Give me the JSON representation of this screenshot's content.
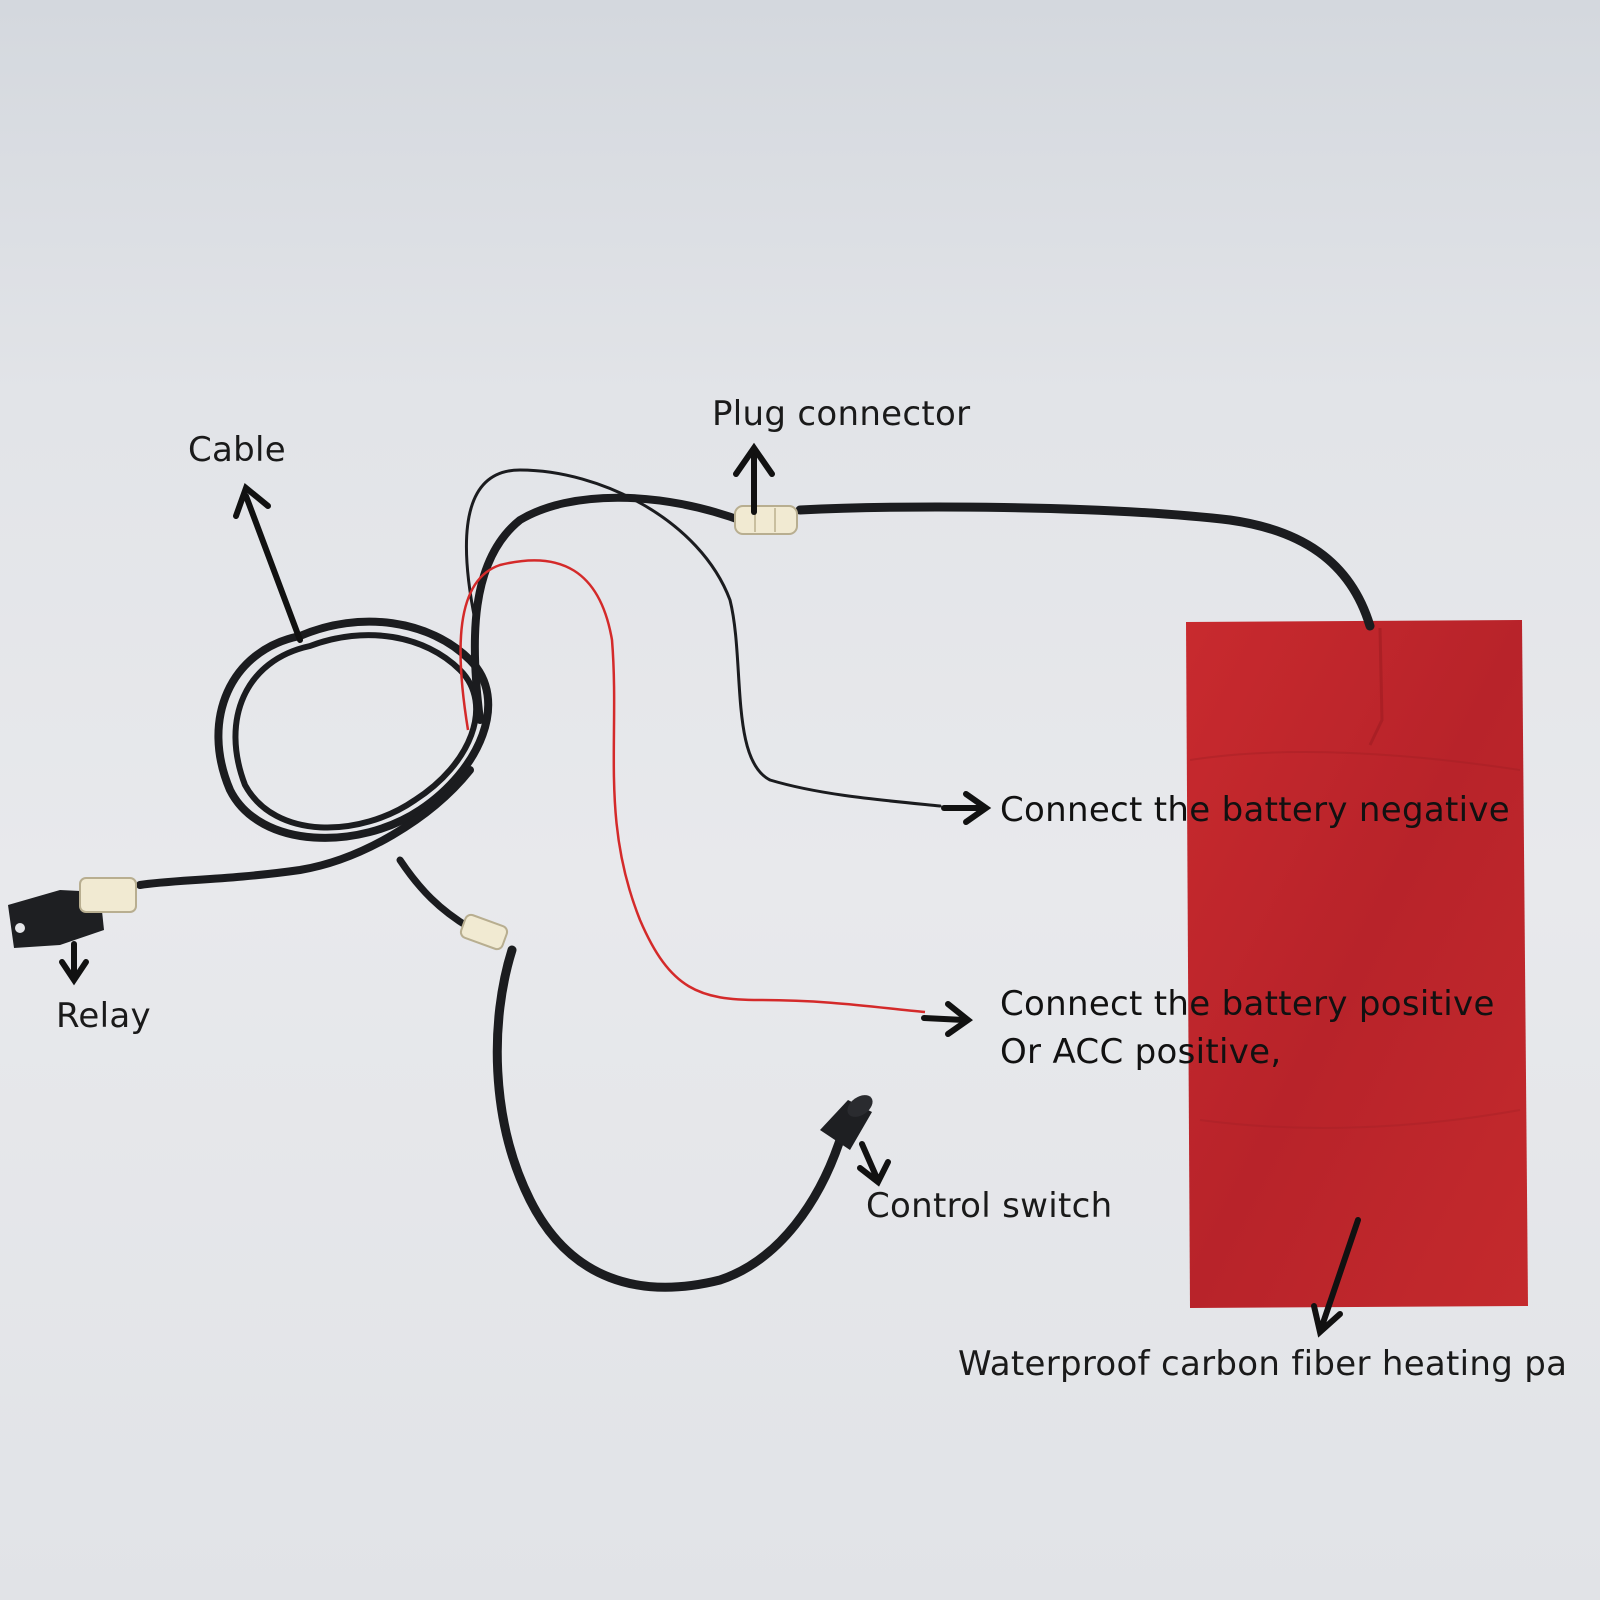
{
  "image": {
    "description_colors": {
      "background": "#e4e6ea",
      "heating_pad": "#c0262b",
      "cable": "#1b1c1f",
      "red_wire": "#d42a2a",
      "connector": "#f1ead2"
    }
  },
  "labels": {
    "cable": "Cable",
    "plug_connector": "Plug connector",
    "relay": "Relay",
    "battery_negative": "Connect the battery negative",
    "battery_positive": "Connect the battery positive",
    "acc_positive": "Or ACC positive,",
    "control_switch": "Control switch",
    "heating_pad": "Waterproof carbon fiber heating pa"
  },
  "icons": {
    "arrow": "arrow-icon",
    "relay": "relay-icon",
    "connector": "plug-connector-icon",
    "switch": "control-switch-icon"
  }
}
